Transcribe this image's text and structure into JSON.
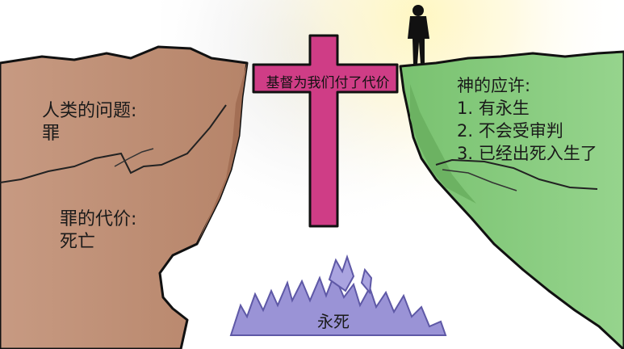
{
  "colors": {
    "left_cliff": "#c4937a",
    "right_cliff": "#8ccf83",
    "cross": "#cf3d86",
    "fire": "#9a93d6",
    "light": "#fff2a8"
  },
  "left": {
    "problem_title": "人类的问题:",
    "problem_value": "罪",
    "cost_title": "罪的代价:",
    "cost_value": "死亡"
  },
  "cross": {
    "label": "基督为我们付了代价"
  },
  "right": {
    "title": "神的应许:",
    "items": [
      "1. 有永生",
      "2. 不会受审判",
      "3. 已经出死入生了"
    ]
  },
  "abyss": {
    "label": "永死"
  },
  "icons": {
    "person": "standing-man-silhouette",
    "flames": "purple-flames"
  }
}
